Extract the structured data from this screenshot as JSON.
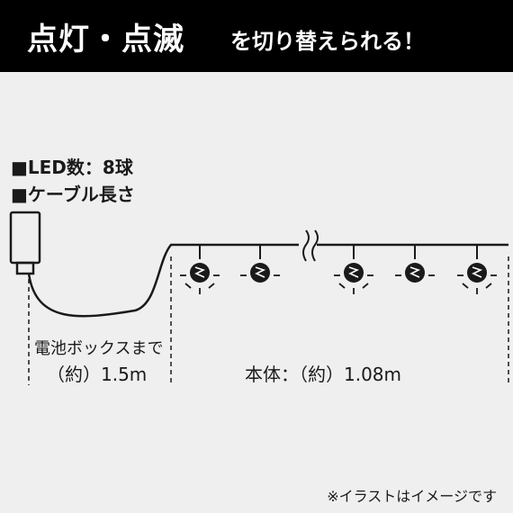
{
  "header": {
    "title_main": "点灯・点滅",
    "title_sub": "を切り替えられる！",
    "bg_color": "#000000"
  },
  "specs": [
    {
      "label": "■LED数：8球"
    },
    {
      "label": "■ケーブル長さ"
    }
  ],
  "labels": {
    "battery_line1": "電池ボックスまで",
    "battery_line2": "（約）1.5m",
    "body": "本体：（約）1.08m"
  },
  "note": "※イラストはイメージです",
  "icons": {
    "battery": "battery-box-icon",
    "bulb": "led-bulb-icon",
    "break": "cable-break-icon"
  }
}
